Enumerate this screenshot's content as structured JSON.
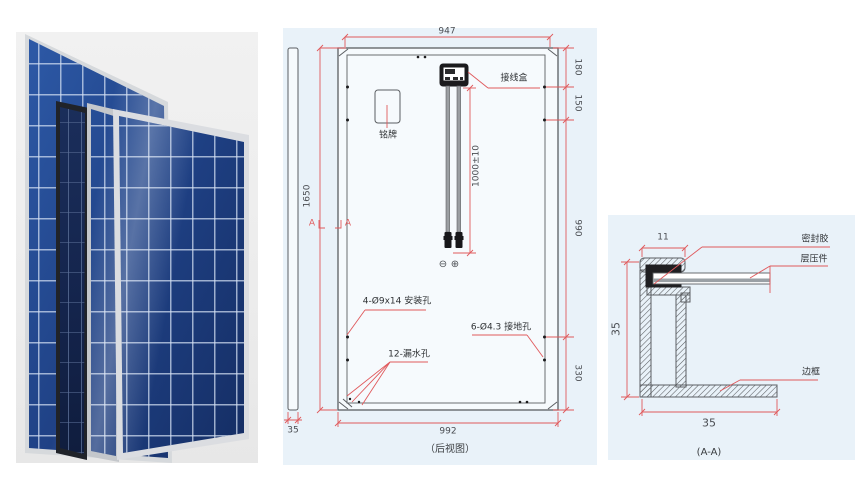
{
  "photo": {
    "description": "four overlapping polycrystalline solar panel modules on grey backdrop"
  },
  "rear_view": {
    "caption": "（后视图）",
    "dims": {
      "top_width": "947",
      "height": "1650",
      "bottom_width": "992",
      "frame_thickness": "35",
      "right_chain": [
        "180",
        "150",
        "990",
        "330"
      ],
      "cable_length": "1000±10"
    },
    "labels": {
      "junction_box": "接线盒",
      "nameplate": "铭牌",
      "mounting_holes": "4-Ø9x14 安装孔",
      "drain_holes": "12-漏水孔",
      "ground_holes": "6-Ø4.3 接地孔"
    },
    "section_marks": {
      "left": "A",
      "right": "A"
    },
    "polarity": {
      "negative": "⊖",
      "positive": "⊕"
    }
  },
  "section_view": {
    "caption": "(A-A)",
    "dims": {
      "top_width": "11",
      "height": "35",
      "bottom_width": "35"
    },
    "labels": {
      "sealant": "密封胶",
      "laminate": "层压件",
      "frame": "边框"
    }
  },
  "colors": {
    "dimension_red": "#e0595c",
    "drawing_gray": "#5b5e62",
    "drawing_bg": "#e9f2f9",
    "photo_bg": "#ededed",
    "cell_blue": "#1e3f82"
  }
}
